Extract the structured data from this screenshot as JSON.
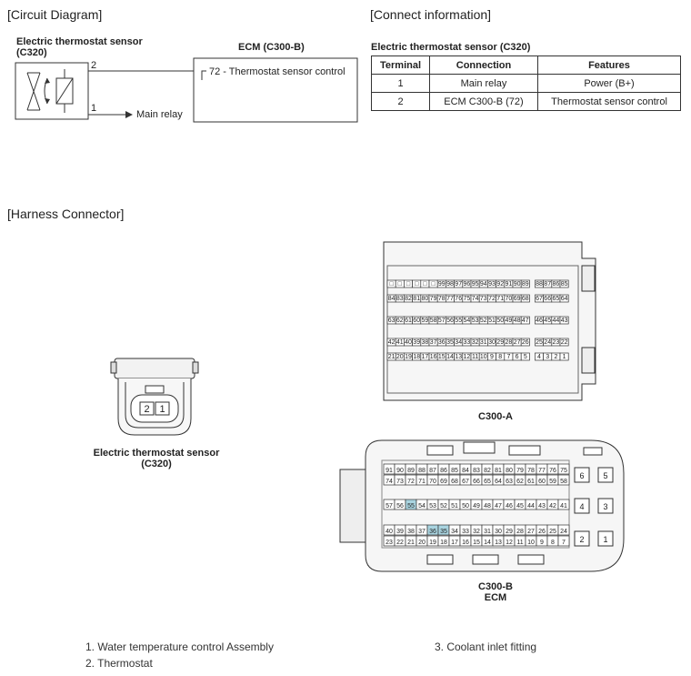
{
  "sections": {
    "circuit": "[Circuit Diagram]",
    "connect": "[Connect information]",
    "harness": "[Harness Connector]"
  },
  "circuit": {
    "sensor_title_line1": "Electric thermostat sensor",
    "sensor_title_line2": "(C320)",
    "ecm_title": "ECM (C300-B)",
    "ecm_pin_text": "72 - Thermostat sensor control",
    "pin2": "2",
    "pin1": "1",
    "main_relay": "Main relay"
  },
  "connect_table": {
    "title": "Electric thermostat sensor (C320)",
    "headers": [
      "Terminal",
      "Connection",
      "Features"
    ],
    "rows": [
      [
        "1",
        "Main relay",
        "Power (B+)"
      ],
      [
        "2",
        "ECM C300-B (72)",
        "Thermostat sensor control"
      ]
    ]
  },
  "harness": {
    "sensor_connector": {
      "pins": [
        "2",
        "1"
      ],
      "caption_line1": "Electric thermostat sensor",
      "caption_line2": "(C320)"
    },
    "c300a": {
      "caption": "C300-A",
      "rows": [
        [
          "□",
          "□",
          "□",
          "□",
          "□",
          "□",
          "99",
          "98",
          "97",
          "96",
          "95",
          "94",
          "93",
          "92",
          "91",
          "90",
          "89",
          "88",
          "87",
          "86",
          "85"
        ],
        [
          "84",
          "83",
          "82",
          "81",
          "80",
          "79",
          "78",
          "77",
          "76",
          "75",
          "74",
          "73",
          "72",
          "71",
          "70",
          "69",
          "68",
          "67",
          "66",
          "65",
          "64"
        ],
        [
          "63",
          "62",
          "61",
          "60",
          "59",
          "58",
          "57",
          "56",
          "55",
          "54",
          "53",
          "52",
          "51",
          "50",
          "49",
          "48",
          "47",
          "46",
          "45",
          "44",
          "43"
        ],
        [
          "42",
          "41",
          "40",
          "39",
          "38",
          "37",
          "36",
          "35",
          "34",
          "33",
          "32",
          "31",
          "30",
          "29",
          "28",
          "27",
          "26",
          "25",
          "24",
          "23",
          "22"
        ],
        [
          "21",
          "20",
          "19",
          "18",
          "17",
          "16",
          "15",
          "14",
          "13",
          "12",
          "11",
          "10",
          "9",
          "8",
          "7",
          "6",
          "5",
          "4",
          "3",
          "2",
          "1"
        ]
      ]
    },
    "c300b": {
      "caption_line1": "C300-B",
      "caption_line2": "ECM",
      "rows": [
        [
          "91",
          "90",
          "89",
          "88",
          "87",
          "86",
          "85",
          "84",
          "83",
          "82",
          "81",
          "80",
          "79",
          "78",
          "77",
          "76",
          "75"
        ],
        [
          "74",
          "73",
          "72",
          "71",
          "70",
          "69",
          "68",
          "67",
          "66",
          "65",
          "64",
          "63",
          "62",
          "61",
          "60",
          "59",
          "58"
        ],
        [
          "57",
          "56",
          "55",
          "54",
          "53",
          "52",
          "51",
          "50",
          "49",
          "48",
          "47",
          "46",
          "45",
          "44",
          "43",
          "42",
          "41"
        ],
        [
          "40",
          "39",
          "38",
          "37",
          "36",
          "35",
          "34",
          "33",
          "32",
          "31",
          "30",
          "29",
          "28",
          "27",
          "26",
          "25",
          "24"
        ],
        [
          "23",
          "22",
          "21",
          "20",
          "19",
          "18",
          "17",
          "16",
          "15",
          "14",
          "13",
          "12",
          "11",
          "10",
          "9",
          "8",
          "7"
        ]
      ],
      "highlighted": [
        "55",
        "36",
        "35"
      ],
      "side_pins": [
        [
          "6",
          "5"
        ],
        [
          "4",
          "3"
        ],
        [
          "2",
          "1"
        ]
      ],
      "highlight_color": "#a9d4e0"
    }
  },
  "legend": {
    "item1": "1. Water temperature control Assembly",
    "item2": "2. Thermostat",
    "item3": "3. Coolant inlet fitting"
  }
}
